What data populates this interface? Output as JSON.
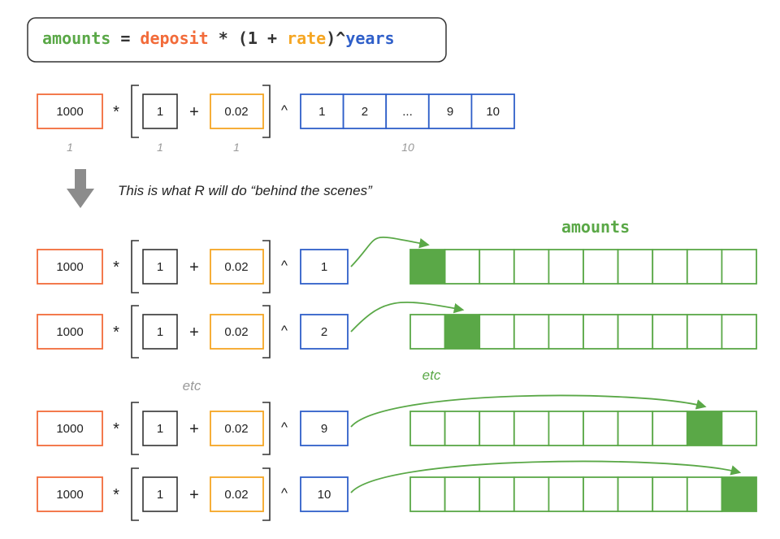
{
  "colors": {
    "deposit": "#f26b3a",
    "rate": "#f5a623",
    "years": "#2f5fc9",
    "amounts": "#5aa847",
    "base": "#333333",
    "ink": "#222222",
    "gray": "#999999",
    "arrow": "#8c8c8c"
  },
  "formula": {
    "amounts": "amounts",
    "eq": " = ",
    "deposit": "deposit",
    "mul": " * (",
    "one_plus": "1 + ",
    "rate": "rate",
    "pow": ")^",
    "years": "years"
  },
  "top_expression": {
    "deposit": "1000",
    "times": "*",
    "base": "1",
    "plus": "+",
    "rate": "0.02",
    "caret": "^",
    "years": [
      "1",
      "2",
      "...",
      "9",
      "10"
    ],
    "lengths": {
      "deposit": "1",
      "base": "1",
      "rate": "1",
      "years": "10"
    }
  },
  "caption": "This is what R will do “behind the scenes”",
  "amounts_label": "amounts",
  "etc_left": "etc",
  "etc_right": "etc",
  "rows": [
    {
      "deposit": "1000",
      "times": "*",
      "base": "1",
      "plus": "+",
      "rate": "0.02",
      "caret": "^",
      "year": "1",
      "filled_index": 0
    },
    {
      "deposit": "1000",
      "times": "*",
      "base": "1",
      "plus": "+",
      "rate": "0.02",
      "caret": "^",
      "year": "2",
      "filled_index": 1
    },
    {
      "deposit": "1000",
      "times": "*",
      "base": "1",
      "plus": "+",
      "rate": "0.02",
      "caret": "^",
      "year": "9",
      "filled_index": 8
    },
    {
      "deposit": "1000",
      "times": "*",
      "base": "1",
      "plus": "+",
      "rate": "0.02",
      "caret": "^",
      "year": "10",
      "filled_index": 9
    }
  ],
  "amounts_length": 10
}
